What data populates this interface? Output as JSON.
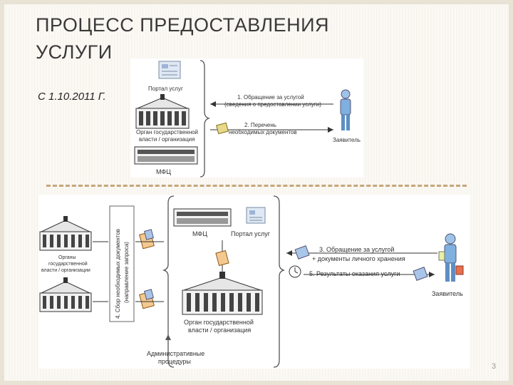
{
  "slide": {
    "title_line1": "ПРОЦЕСС ПРЕДОСТАВЛЕНИЯ",
    "title_line2": "УСЛУГИ",
    "date_label": "С 1.10.2011 Г.",
    "page_number": "3"
  },
  "diagram1": {
    "portal_label": "Портал услуг",
    "step1_line1": "1. Обращение за услугой",
    "step1_line2": "(сведения о предоставлении услуги)",
    "step2_line1": "2. Перечень",
    "step2_line2": "необходимых документов",
    "agency_line1": "Орган государственной",
    "agency_line2": "власти / организация",
    "applicant_label": "Заявитель",
    "mfc_label": "МФЦ"
  },
  "diagram2": {
    "left_agency_line1": "Органы",
    "left_agency_line2": "государственной",
    "left_agency_line3": "власти / организации",
    "vertical_line1": "4. Сбор необходимых документов",
    "vertical_line2": "(направление запроса)",
    "mfc_label": "МФЦ",
    "portal_label": "Портал услуг",
    "step3_line1": "3. Обращение за услугой",
    "step3_line2": "+ документы личного хранения",
    "step5_label": "5. Результаты оказания услуги",
    "applicant_label": "Заявитель",
    "center_agency_line1": "Орган государственной",
    "center_agency_line2": "власти / организация",
    "admin_line1": "Административные",
    "admin_line2": "процедуры"
  }
}
